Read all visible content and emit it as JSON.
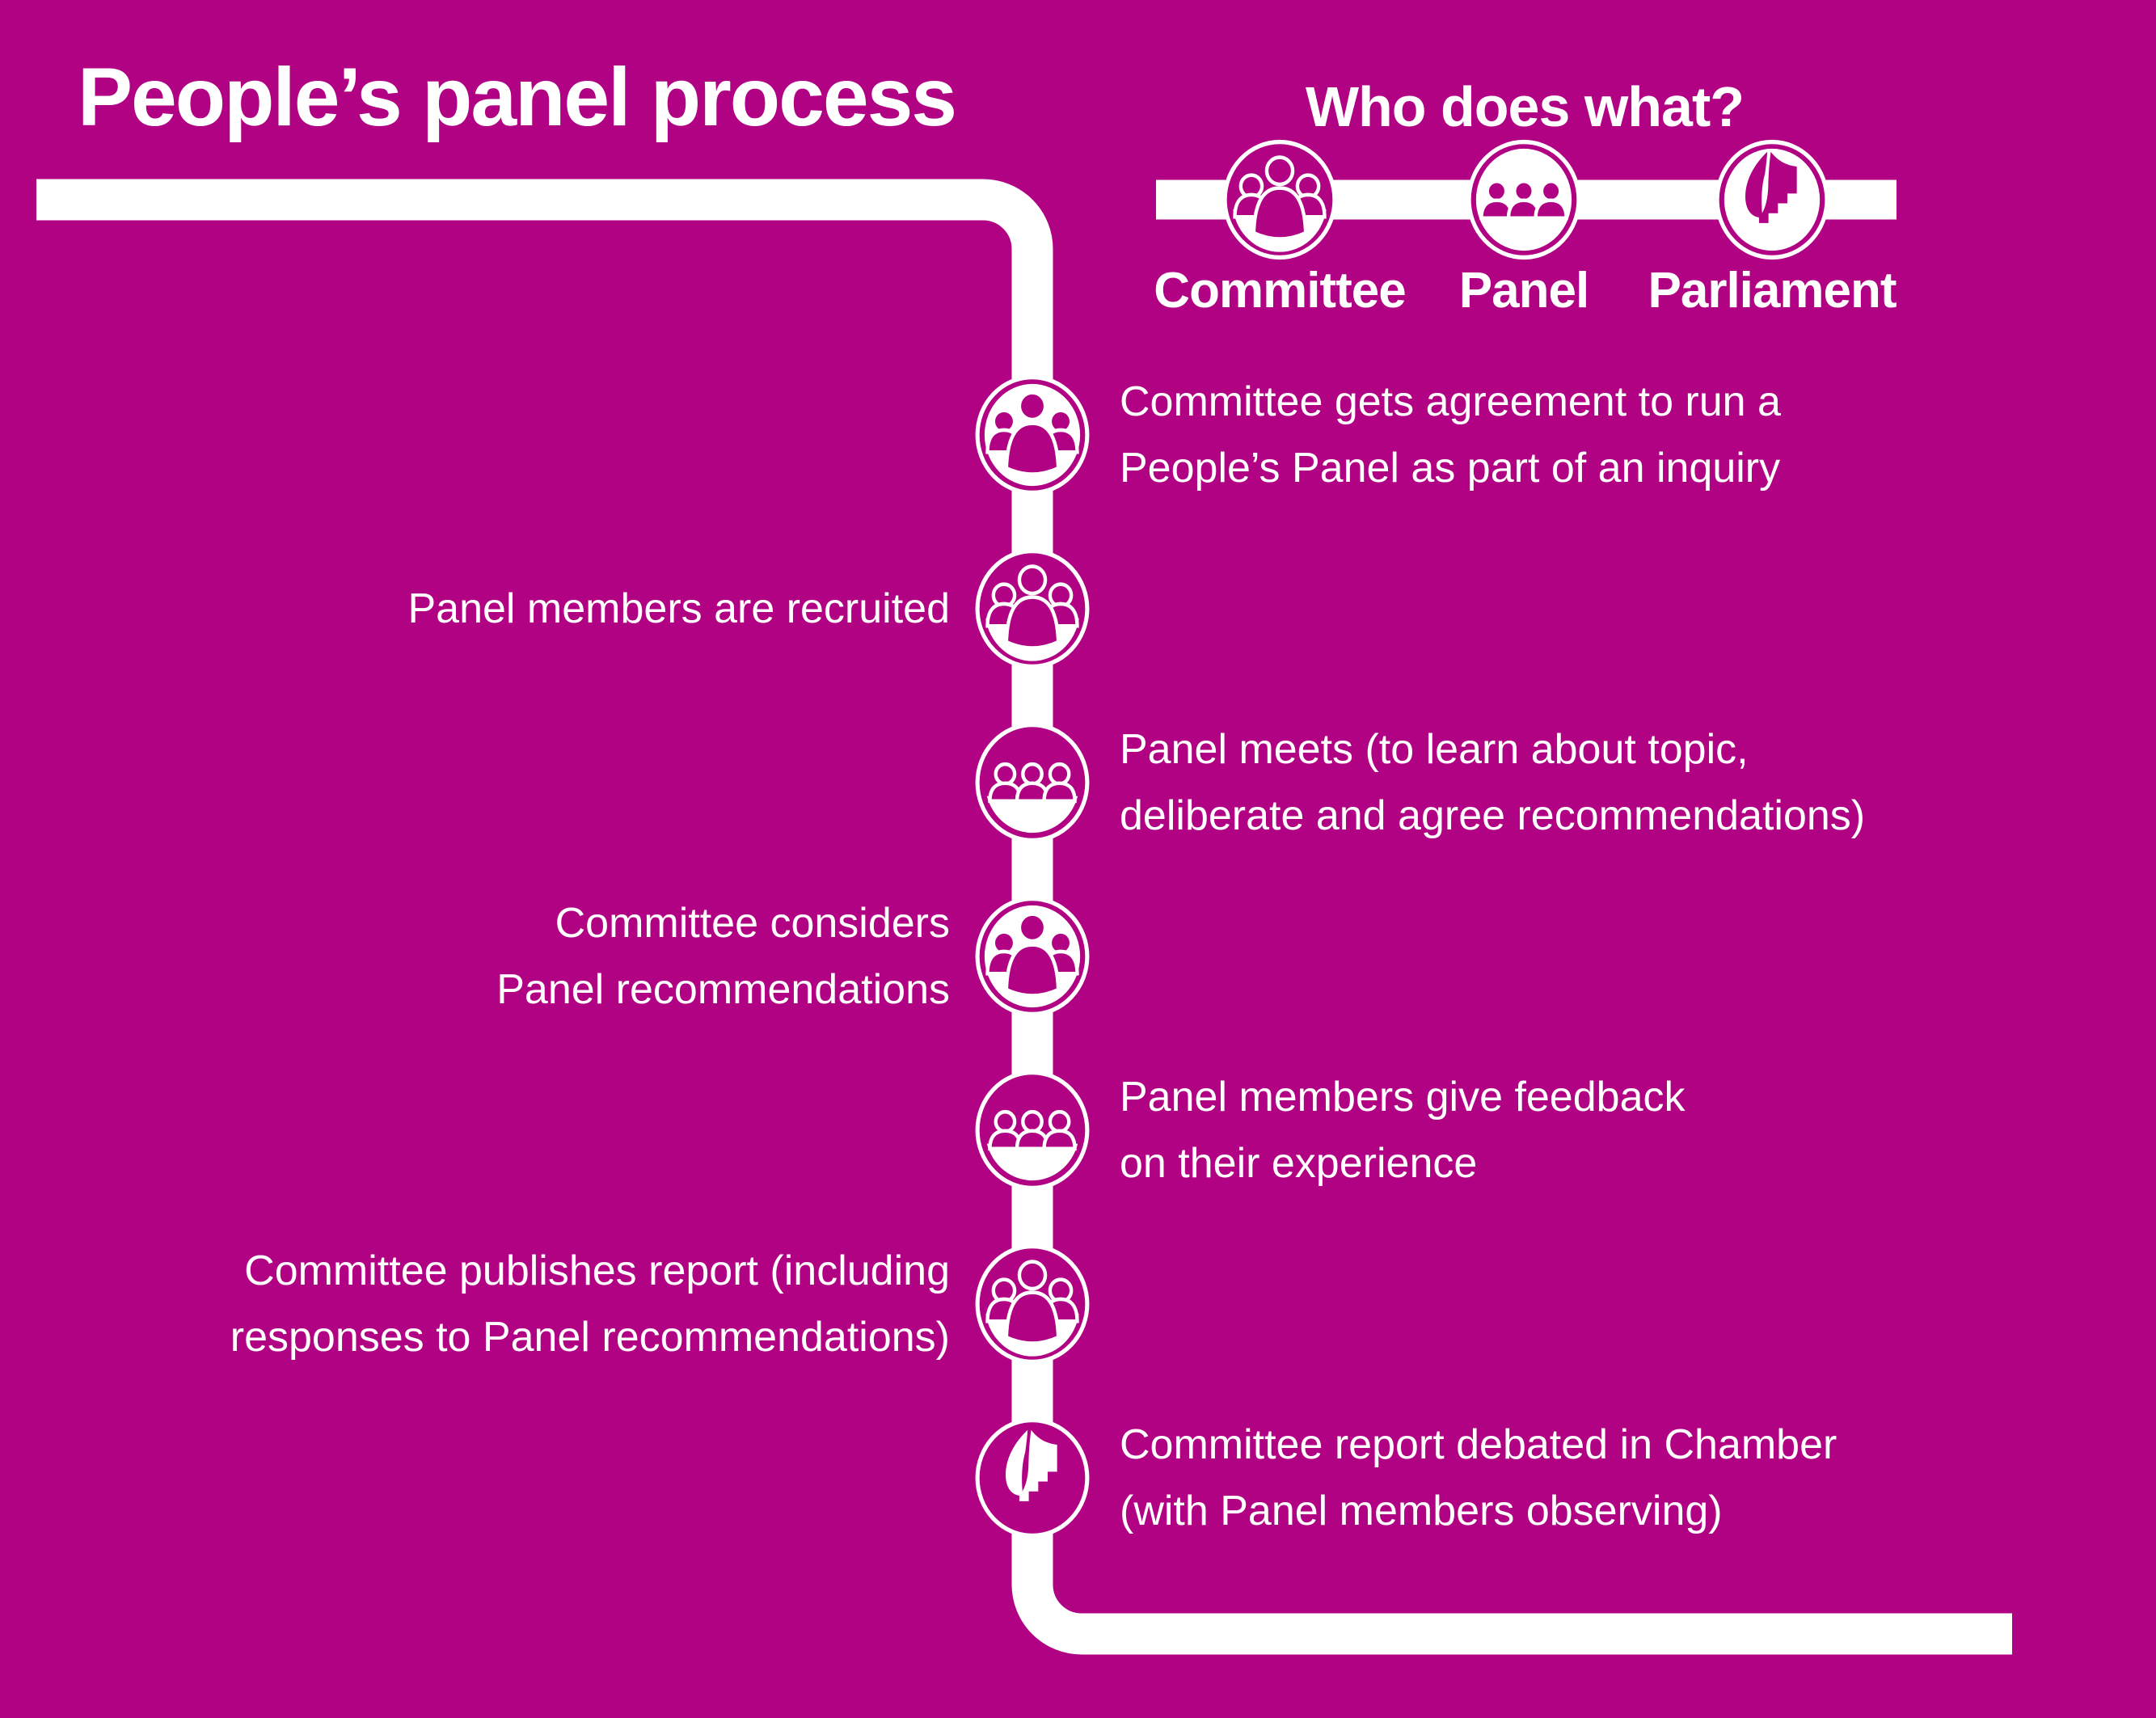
{
  "colors": {
    "background": "#B10284",
    "line": "#FFFFFF",
    "text": "#FFFFFF"
  },
  "title": "People’s panel process",
  "legend": {
    "heading": "Who does what?",
    "items": [
      {
        "label": "Committee",
        "icon": "committee-icon"
      },
      {
        "label": "Panel",
        "icon": "panel-icon"
      },
      {
        "label": "Parliament",
        "icon": "parliament-icon"
      }
    ]
  },
  "steps": [
    {
      "actor": "Committee",
      "icon": "committee-icon",
      "side": "right",
      "lines": [
        "Committee gets agreement to run a",
        "People’s Panel as part of an inquiry"
      ]
    },
    {
      "actor": "Committee",
      "icon": "committee-icon",
      "side": "left",
      "lines": [
        "Panel members are recruited"
      ]
    },
    {
      "actor": "Panel",
      "icon": "panel-icon",
      "side": "right",
      "lines": [
        "Panel meets (to learn about topic,",
        "deliberate and agree recommendations)"
      ]
    },
    {
      "actor": "Committee",
      "icon": "committee-icon",
      "side": "left",
      "lines": [
        "Committee considers",
        "Panel recommendations"
      ]
    },
    {
      "actor": "Panel",
      "icon": "panel-icon",
      "side": "right",
      "lines": [
        "Panel members give feedback",
        "on their experience"
      ]
    },
    {
      "actor": "Committee",
      "icon": "committee-icon",
      "side": "left",
      "lines": [
        "Committee publishes report (including",
        "responses to Panel recommendations)"
      ]
    },
    {
      "actor": "Parliament",
      "icon": "parliament-icon",
      "side": "right",
      "lines": [
        "Committee report debated in Chamber",
        "(with Panel members observing)"
      ]
    }
  ]
}
